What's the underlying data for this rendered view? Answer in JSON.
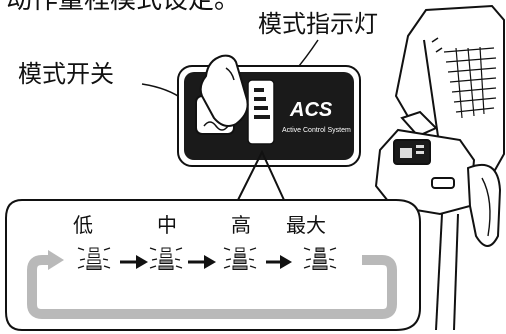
{
  "header": {
    "partial_top_text": "动作量程模式设定。",
    "mode_indicator_label": "模式指示灯",
    "mode_switch_label": "模式开关"
  },
  "panel": {
    "logo": "ACS",
    "logo_subtitle": "Active Control System"
  },
  "levels": [
    {
      "label": "低",
      "lit_bars": 1
    },
    {
      "label": "中",
      "lit_bars": 2
    },
    {
      "label": "高",
      "lit_bars": 3
    },
    {
      "label": "最大",
      "lit_bars": 4
    }
  ],
  "colors": {
    "ink": "#111111",
    "panel_black": "#1a1a1a",
    "cycle_gray": "#b9b9b9",
    "lit_bar": "#8a8a8a"
  },
  "icons": [
    "hand-press-icon",
    "led-bars-icon",
    "right-arrow-icon",
    "cycle-arrow-icon",
    "power-tool-illustration"
  ]
}
